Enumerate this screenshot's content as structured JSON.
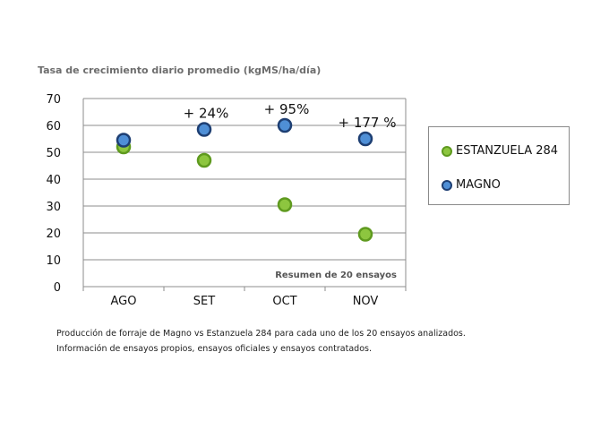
{
  "chart_data": {
    "type": "scatter",
    "title": "Tasa de crecimiento diario promedio (kgMS/ha/día)",
    "categories": [
      "AGO",
      "SET",
      "OCT",
      "NOV"
    ],
    "ylim": [
      0,
      70
    ],
    "yticks": [
      0,
      10,
      20,
      30,
      40,
      50,
      60,
      70
    ],
    "grid": true,
    "legend_position": "right",
    "series": [
      {
        "name": "ESTANZUELA 284",
        "values": [
          52,
          47,
          30.5,
          19.5
        ],
        "color": "#8dc63f",
        "edge": "#5f9a1f"
      },
      {
        "name": "MAGNO",
        "values": [
          54.5,
          58.5,
          60,
          55
        ],
        "color": "#4f8fd6",
        "edge": "#1e3f73"
      }
    ],
    "annotations": [
      {
        "category": "SET",
        "text": "+ 24%"
      },
      {
        "category": "OCT",
        "text": "+ 95%"
      },
      {
        "category": "NOV",
        "text": "+ 177 %"
      }
    ],
    "inner_note": "Resumen de 20 ensayos"
  },
  "caption": {
    "line1": "Producción de forraje de Magno vs Estanzuela 284 para cada uno de los 20 ensayos analizados.",
    "line2": "Información de ensayos propios, ensayos oficiales y ensayos contratados."
  }
}
